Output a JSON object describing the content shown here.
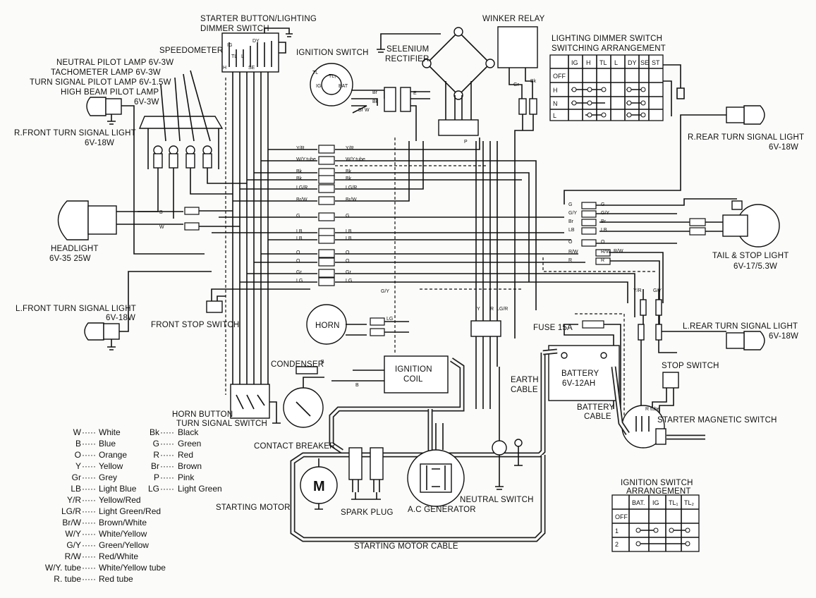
{
  "labels": {
    "starter_button": "STARTER BUTTON/LIGHTING",
    "dimmer_switch": "DIMMER SWITCH",
    "speedometer": "SPEEDOMETER",
    "neutral_lamp": "NEUTRAL PILOT LAMP 6V-3W",
    "tacho_lamp": "TACHOMETER LAMP 6V-3W",
    "turn_lamp": "TURN SIGNAL PILOT LAMP 6V-1.5W",
    "highbeam_lamp": "HIGH BEAM PILOT LAMP",
    "highbeam_rating": "6V-3W",
    "rfront_turn": "R.FRONT TURN SIGNAL LIGHT",
    "rfront_rating": "6V-18W",
    "ignition_switch": "IGNITION SWITCH",
    "selenium": "SELENIUM",
    "rectifier": "RECTIFIER",
    "winker_relay": "WINKER RELAY",
    "dimmer_arr1": "LIGHTING DIMMER SWITCH",
    "dimmer_arr2": "SWITCHING  ARRANGEMENT",
    "rrear_turn": "R.REAR TURN SIGNAL LIGHT",
    "rrear_rating": "6V-18W",
    "headlight": "HEADLIGHT",
    "headlight_rating": "6V-35 25W",
    "tail_stop": "TAIL & STOP  LIGHT",
    "tail_rating": "6V-17/5.3W",
    "lfront_turn": "L.FRONT TURN SIGNAL LIGHT",
    "lfront_rating": "6V-18W",
    "front_stop": "FRONT STOP SWITCH",
    "horn": "HORN",
    "fuse": "FUSE 15A",
    "lrear_turn": "L.REAR TURN SIGNAL LIGHT",
    "lrear_rating": "6V-18W",
    "condenser": "CONDENSER",
    "ignition_coil1": "IGNITION",
    "ignition_coil2": "COIL",
    "earth_cable1": "EARTH",
    "earth_cable2": "CABLE",
    "battery1": "BATTERY",
    "battery2": "6V-12AH",
    "battery_cable1": "BATTERY",
    "battery_cable2": "CABLE",
    "stop_switch": "STOP SWITCH",
    "horn_button1": "HORN BUTTON",
    "horn_button2": "TURN SIGNAL SWITCH",
    "contact_breaker": "CONTACT BREAKER",
    "starter_magnetic": "STARTER MAGNETIC SWITCH",
    "starting_motor": "STARTING MOTOR",
    "spark_plug": "SPARK PLUG",
    "ac_generator": "A.C GENERATOR",
    "neutral_switch": "NEUTRAL SWITCH",
    "starting_motor_cable": "STARTING MOTOR CABLE",
    "ign_arr1": "IGNITION SWITCH",
    "ign_arr2": "ARRANGEMENT",
    "motor_m": "M",
    "r_tube": "R tube"
  },
  "dimmer_table": {
    "headers": [
      "",
      "IG",
      "H",
      "TL",
      "L",
      "DY",
      "SE",
      "ST"
    ],
    "rows": [
      "OFF",
      "H",
      "N",
      "L"
    ]
  },
  "ign_table": {
    "headers": [
      "",
      "BAT.",
      "IG",
      "TL₁",
      "TL₂"
    ],
    "rows": [
      "OFF",
      "1",
      "2"
    ]
  },
  "legend_left": [
    {
      "code": "W",
      "name": "White"
    },
    {
      "code": "B",
      "name": "Blue"
    },
    {
      "code": "O",
      "name": "Orange"
    },
    {
      "code": "Y",
      "name": "Yellow"
    },
    {
      "code": "Gr",
      "name": "Grey"
    },
    {
      "code": "LB",
      "name": "Light Blue"
    },
    {
      "code": "Y/R",
      "name": "Yellow/Red"
    },
    {
      "code": "LG/R",
      "name": "Light Green/Red"
    },
    {
      "code": "Br/W",
      "name": "Brown/White"
    },
    {
      "code": "W/Y",
      "name": "White/Yellow"
    },
    {
      "code": "G/Y",
      "name": "Green/Yellow"
    },
    {
      "code": "R/W",
      "name": "Red/White"
    },
    {
      "code": "W/Y. tube",
      "name": "White/Yellow tube"
    },
    {
      "code": "R. tube",
      "name": "Red tube"
    }
  ],
  "legend_right": [
    {
      "code": "Bk",
      "name": "Black"
    },
    {
      "code": "G",
      "name": "Green"
    },
    {
      "code": "R",
      "name": "Red"
    },
    {
      "code": "Br",
      "name": "Brown"
    },
    {
      "code": "P",
      "name": "Pink"
    },
    {
      "code": "LG",
      "name": "Light Green"
    }
  ],
  "harness_wires": [
    "Y/R",
    "W/Y.tube",
    "Bk",
    "LG/R",
    "Br/W",
    "G",
    "LB",
    "O",
    "Gr",
    "LG"
  ],
  "rear_wires": [
    "G",
    "G/Y",
    "Br",
    "LB",
    "O",
    "R/W",
    "R"
  ],
  "misc_wire_labels": {
    "b": "B",
    "w": "W",
    "bk": "Bk",
    "br": "Br",
    "brw": "Br W",
    "gr": "Gr",
    "gy": "G/Y",
    "lg": "LG",
    "yr": "Y/R",
    "rw": "R/W",
    "y": "Y",
    "r": "R",
    "e": "E",
    "p": "P",
    "lgr": "LG/R",
    "ig": "IG",
    "h": "H",
    "tl": "TL",
    "l": "L",
    "dy": "DY",
    "se": "SE",
    "bat": "BAT",
    "tl1": "TL₁",
    "tl2": "TL₂"
  }
}
